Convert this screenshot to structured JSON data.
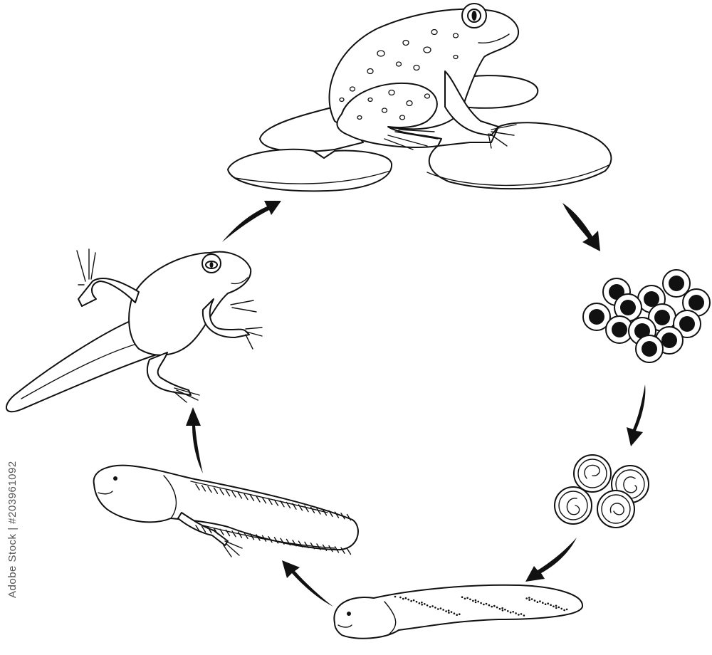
{
  "stages": [
    {
      "id": "adult-frog",
      "icon": "adult-frog-on-lily-pads"
    },
    {
      "id": "eggs",
      "icon": "frog-spawn-eggs"
    },
    {
      "id": "embryos",
      "icon": "developing-embryos"
    },
    {
      "id": "young-tadpole",
      "icon": "tadpole"
    },
    {
      "id": "tadpole-with-legs",
      "icon": "tadpole-with-hind-legs"
    },
    {
      "id": "froglet",
      "icon": "froglet-with-tail"
    }
  ],
  "watermark": {
    "stock_id": "Adobe Stock | #203961092"
  },
  "colors": {
    "ink": "#111111",
    "background": "#ffffff",
    "watermark": "#555555"
  }
}
